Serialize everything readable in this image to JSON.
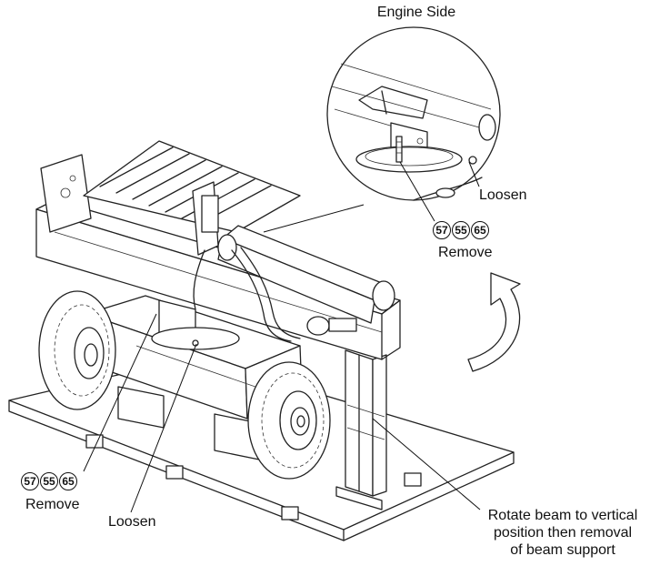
{
  "labels": {
    "engine_side": "Engine Side",
    "loosen_top": "Loosen",
    "remove_top": "Remove",
    "remove_left": "Remove",
    "loosen_bottom": "Loosen",
    "rotate_line1": "Rotate beam to vertical",
    "rotate_line2": "position then removal",
    "rotate_line3": "of beam support"
  },
  "part_numbers": {
    "top": [
      "57",
      "55",
      "65"
    ],
    "left": [
      "57",
      "55",
      "65"
    ]
  },
  "icons": {
    "rotation": "curved-rotate-arrow-icon"
  }
}
